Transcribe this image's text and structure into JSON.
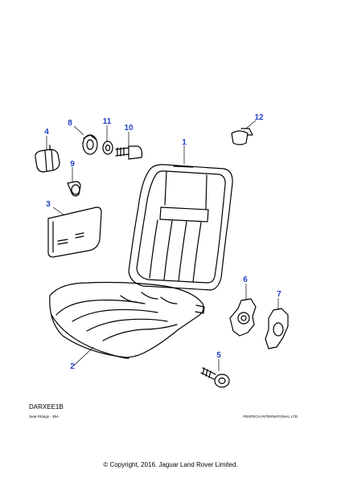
{
  "diagram": {
    "callout_color": "#1f3fbf",
    "callouts": [
      {
        "id": "1",
        "text": "1"
      },
      {
        "id": "2",
        "text": "2"
      },
      {
        "id": "3",
        "text": "3"
      },
      {
        "id": "4",
        "text": "4"
      },
      {
        "id": "5",
        "text": "5"
      },
      {
        "id": "6",
        "text": "6"
      },
      {
        "id": "7",
        "text": "7"
      },
      {
        "id": "8",
        "text": "8"
      },
      {
        "id": "9",
        "text": "9"
      },
      {
        "id": "10",
        "text": "10"
      },
      {
        "id": "11",
        "text": "11"
      },
      {
        "id": "12",
        "text": "12"
      }
    ]
  },
  "footer": {
    "diagram_code": "DARXEE1B",
    "caption": "Seat Fittings - 38A",
    "publisher": "PENTECH INTERNATIONAL LTD"
  },
  "copyright": "© Copyright, 2016. Jaguar Land Rover Limited."
}
